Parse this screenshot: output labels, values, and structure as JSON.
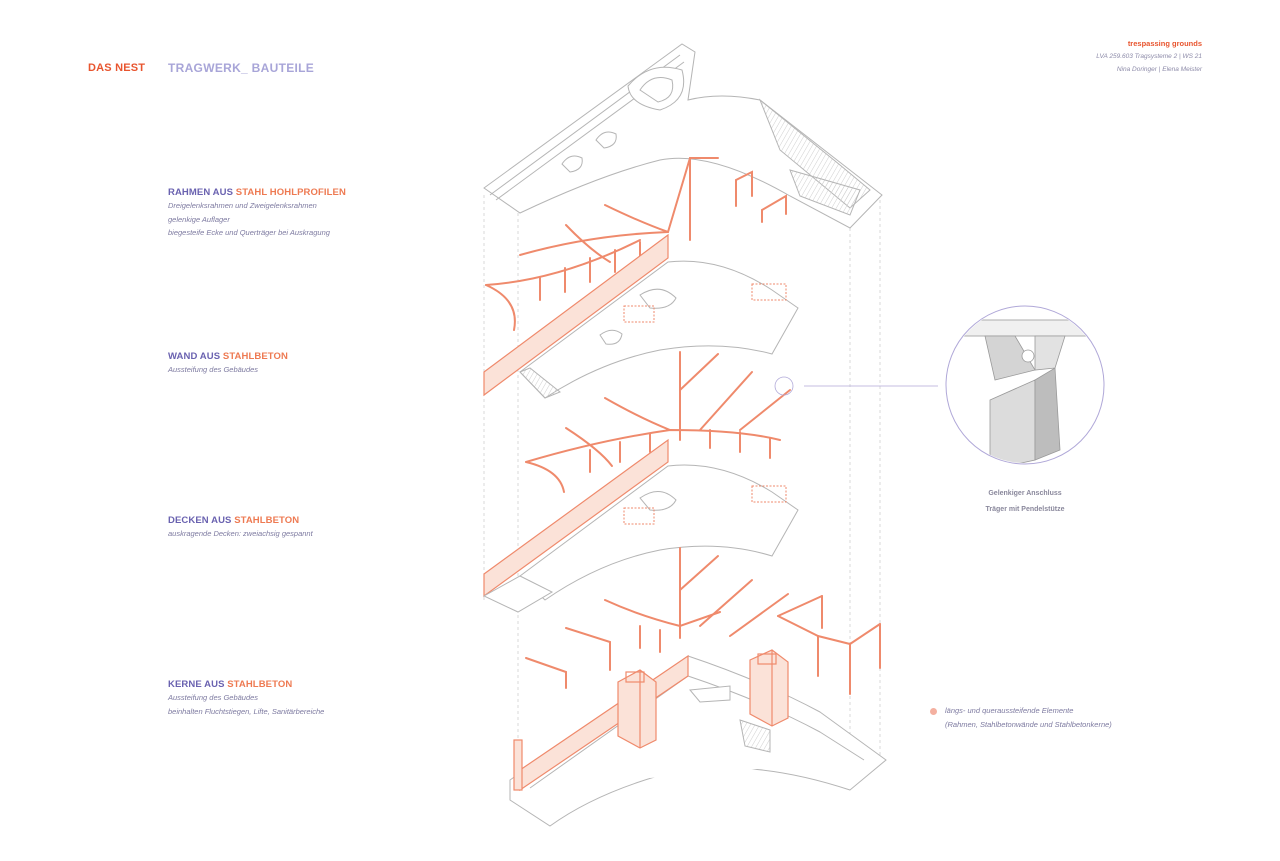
{
  "header": {
    "project": "DAS NEST",
    "section": "TRAGWERK_ BAUTEILE"
  },
  "credits": {
    "title": "trespassing grounds",
    "course": "LVA 259.603 Tragsysteme 2 | WS 21",
    "authors": "Nina Doringer | Elena Meister"
  },
  "components": [
    {
      "head_prefix": "RAHMEN AUS ",
      "head_accent": "STAHL HOHLPROFILEN",
      "lines": [
        "Dreigelenksrahmen und Zweigelenksrahmen",
        "gelenkige Auflager",
        "biegesteife Ecke und Querträger bei Auskragung"
      ]
    },
    {
      "head_prefix": "WAND AUS ",
      "head_accent": "STAHLBETON",
      "lines": [
        "Aussteifung des Gebäudes"
      ]
    },
    {
      "head_prefix": "DECKEN AUS ",
      "head_accent": "STAHLBETON",
      "lines": [
        "auskragende Decken: zweiachsig gespannt"
      ]
    },
    {
      "head_prefix": "KERNE AUS ",
      "head_accent": "STAHLBETON",
      "lines": [
        "Aussteifung des Gebäudes",
        "beinhalten  Fluchtstiegen, Lifte, Sanitärbereiche"
      ]
    }
  ],
  "detail": {
    "caption_1": "Gelenkiger Anschluss",
    "caption_2": "Träger mit Pendelstütze"
  },
  "legend": {
    "line_1": "längs- und queraussteifende Elemente",
    "line_2": "(Rahmen, Stahlbetonwände und Stahlbetonkerne)"
  },
  "colors": {
    "accent": "#e8552f",
    "structure": "#ef8a6c",
    "primary_text": "#6a62b0",
    "light_title": "#a8a5d8",
    "line_gray": "#b9b9b9",
    "legend_dot": "#f4b0a0"
  }
}
